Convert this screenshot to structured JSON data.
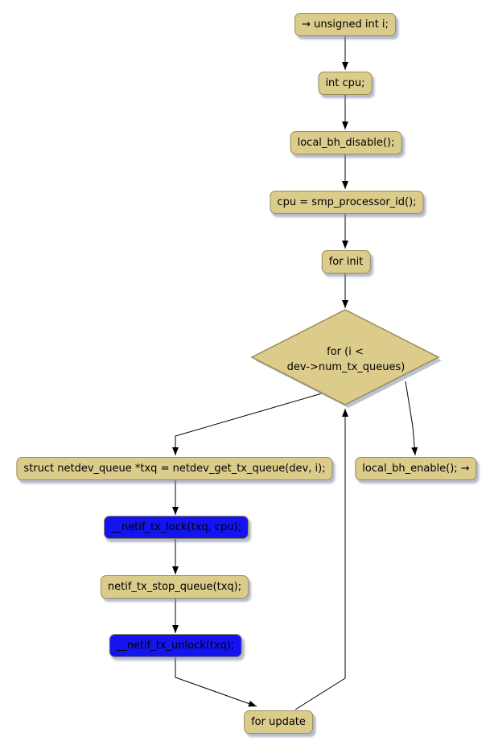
{
  "diagram": {
    "type": "flowchart",
    "nodes": {
      "declare_i": {
        "label": "→ unsigned int i;"
      },
      "declare_cpu": {
        "label": "int cpu;"
      },
      "local_bh_disable": {
        "label": "local_bh_disable();"
      },
      "cpu_assign": {
        "label": "cpu = smp_processor_id();"
      },
      "for_init": {
        "label": "for init"
      },
      "loop_condition": {
        "line1": "for (i <",
        "line2": "dev->num_tx_queues)"
      },
      "get_tx_queue": {
        "label": "struct netdev_queue *txq = netdev_get_tx_queue(dev, i);"
      },
      "tx_lock": {
        "label": "__netif_tx_lock(txq, cpu);"
      },
      "stop_queue": {
        "label": "netif_tx_stop_queue(txq);"
      },
      "tx_unlock": {
        "label": "__netif_tx_unlock(txq);"
      },
      "for_update": {
        "label": "for update"
      },
      "local_bh_enable": {
        "label": "local_bh_enable(); →"
      }
    },
    "colors": {
      "background": "#ffffff",
      "node_fill": "#dccc8c",
      "node_border": "#988c52",
      "highlight_fill": "#1414f0",
      "shadow": "#a4aec6",
      "edge": "#000000",
      "text": "#000000"
    }
  }
}
